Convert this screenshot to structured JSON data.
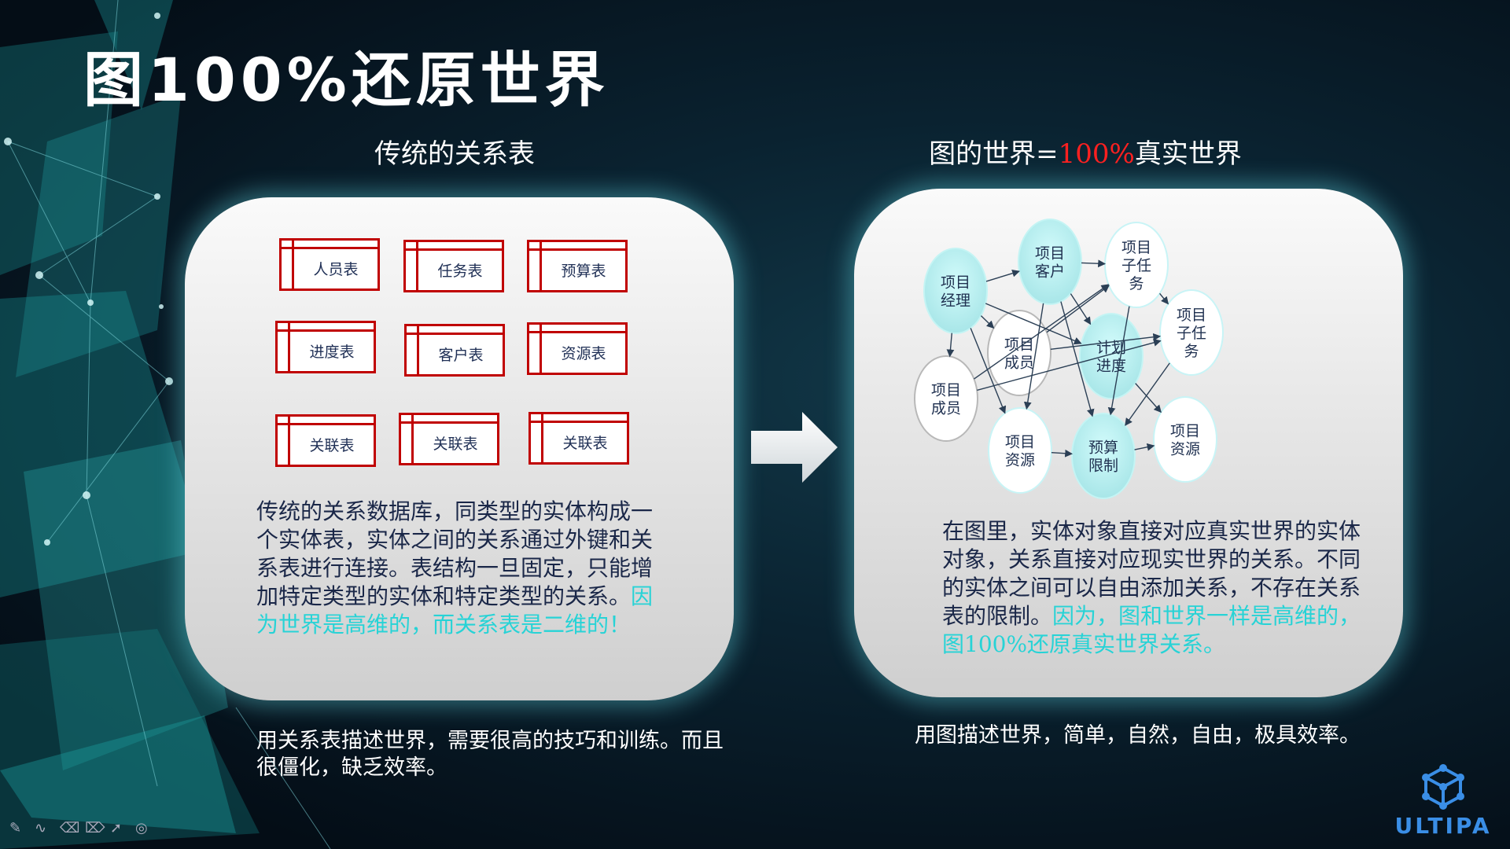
{
  "title": "图100%还原世界",
  "left": {
    "heading": "传统的关系表",
    "tables": [
      "人员表",
      "任务表",
      "预算表",
      "进度表",
      "客户表",
      "资源表",
      "关联表",
      "关联表",
      "关联表"
    ],
    "paragraph": "传统的关系数据库，同类型的实体构成一个实体表，实体之间的关系通过外键和关系表进行连接。表结构一旦固定，只能增加特定类型的实体和特定类型的关系。",
    "paragraph_highlight": "因为世界是高维的，而关系表是二维的！",
    "footer": "用关系表描述世界，需要很高的技巧和训练。而且很僵化，缺乏效率。"
  },
  "right": {
    "heading_pre": "图的世界=",
    "heading_red": "100%",
    "heading_post": "真实世界",
    "nodes": [
      {
        "label": "项目\n经理",
        "kind": "cyan"
      },
      {
        "label": "项目\n客户",
        "kind": "cyan"
      },
      {
        "label": "项目\n子任\n务",
        "kind": "white"
      },
      {
        "label": "项目\n成员",
        "kind": "white"
      },
      {
        "label": "计划\n进度",
        "kind": "cyan"
      },
      {
        "label": "项目\n子任\n务",
        "kind": "white"
      },
      {
        "label": "项目\n成员",
        "kind": "white"
      },
      {
        "label": "项目\n资源",
        "kind": "white"
      },
      {
        "label": "预算\n限制",
        "kind": "cyan"
      },
      {
        "label": "项目\n资源",
        "kind": "white"
      }
    ],
    "edges": [
      [
        0,
        1
      ],
      [
        0,
        3
      ],
      [
        0,
        4
      ],
      [
        0,
        6
      ],
      [
        0,
        7
      ],
      [
        1,
        2
      ],
      [
        1,
        4
      ],
      [
        1,
        7
      ],
      [
        1,
        8
      ],
      [
        2,
        5
      ],
      [
        2,
        8
      ],
      [
        3,
        2
      ],
      [
        3,
        5
      ],
      [
        6,
        2
      ],
      [
        6,
        5
      ],
      [
        4,
        9
      ],
      [
        5,
        8
      ],
      [
        7,
        8
      ],
      [
        8,
        9
      ]
    ],
    "paragraph": "在图里，实体对象直接对应真实世界的实体对象，关系直接对应现实世界的关系。不同的实体之间可以自由添加关系，不存在关系表的限制。",
    "paragraph_highlight": "因为，图和世界一样是高维的，图100%还原真实世界关系。",
    "footer": "用图描述世界，简单，自然，自由，极具效率。"
  },
  "logo": "ULTIPA",
  "colors": {
    "accent": "#27d3d6",
    "red": "#ff2020",
    "table_border": "#c00000",
    "logo": "#3a8ee6"
  }
}
